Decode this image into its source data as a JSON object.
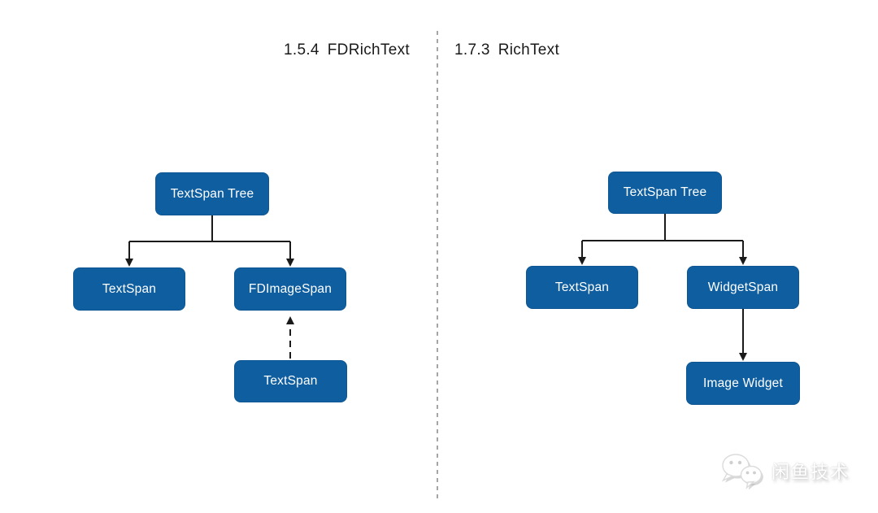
{
  "colors": {
    "background": "#ffffff",
    "node_fill": "#0F5EA0",
    "node_text": "#ffffff",
    "connector": "#1a1a1a",
    "divider": "#8f8f8f",
    "title_text": "#1a1a1a",
    "watermark_text": "#ffffff"
  },
  "left_panel": {
    "title": {
      "version": "1.5.4",
      "name": "FDRichText"
    },
    "nodes": {
      "root": "TextSpan Tree",
      "child_left": "TextSpan",
      "child_right": "FDImageSpan",
      "grandchild": "TextSpan"
    },
    "edges": [
      {
        "from": "TextSpan Tree",
        "to": "TextSpan",
        "style": "solid-arrow-down"
      },
      {
        "from": "TextSpan Tree",
        "to": "FDImageSpan",
        "style": "solid-arrow-down"
      },
      {
        "from": "TextSpan",
        "to": "FDImageSpan",
        "style": "dashed-arrow-up"
      }
    ]
  },
  "right_panel": {
    "title": {
      "version": "1.7.3",
      "name": "RichText"
    },
    "nodes": {
      "root": "TextSpan Tree",
      "child_left": "TextSpan",
      "child_right": "WidgetSpan",
      "grandchild": "Image Widget"
    },
    "edges": [
      {
        "from": "TextSpan Tree",
        "to": "TextSpan",
        "style": "solid-arrow-down"
      },
      {
        "from": "TextSpan Tree",
        "to": "WidgetSpan",
        "style": "solid-arrow-down"
      },
      {
        "from": "WidgetSpan",
        "to": "Image Widget",
        "style": "solid-arrow-down"
      }
    ]
  },
  "watermark": {
    "text": "闲鱼技术",
    "logo": "chat-bubbles-icon"
  }
}
